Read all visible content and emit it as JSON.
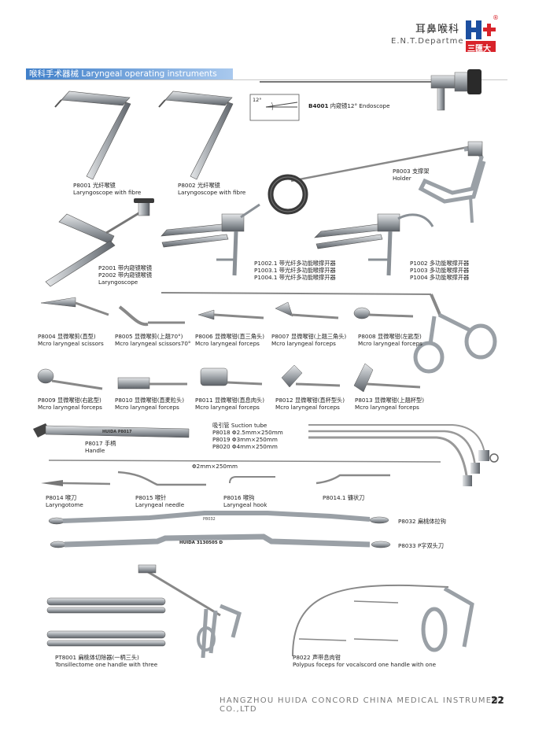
{
  "header": {
    "title_cn": "耳鼻喉科",
    "title_en": "E.N.T.Department",
    "logo_text": "三匯大",
    "logo_mark": "®"
  },
  "section": {
    "title": "喉科手术器械 Laryngeal operating instruments"
  },
  "instruments": [
    {
      "code": "B4001",
      "cn": "内窥镜12°",
      "en": "Endoscope",
      "angle": "12°"
    },
    {
      "code": "P8001",
      "cn": "光纤喉镜",
      "en": "Laryngoscope with fibre"
    },
    {
      "code": "P8002",
      "cn": "光纤喉镜",
      "en": "Laryngoscope with fibre"
    },
    {
      "code": "P8003",
      "cn": "支撑架",
      "en": "Holder"
    },
    {
      "line1": "P2001 带内窥镜喉镜",
      "line2": "P2002 带内窥镜喉镜",
      "en": "Laryngoscope"
    },
    {
      "line1": "P1002.1 带光纤多功能喉撑开器",
      "line2": "P1003.1 带光纤多功能喉撑开器",
      "line3": "P1004.1 带光纤多功能喉撑开器"
    },
    {
      "line1": "P1002 多功能喉撑开器",
      "line2": "P1003 多功能喉撑开器",
      "line3": "P1004 多功能喉撑开器"
    },
    {
      "code": "P8004",
      "cn": "显微喉剪(直型)",
      "en": "Mcro laryngeal scissors"
    },
    {
      "code": "P8005",
      "cn": "显微喉剪(上翘70°)",
      "en": "Mcro laryngeal scissors70°"
    },
    {
      "code": "P8006",
      "cn": "显微喉钳(直三角头)",
      "en": "Mcro laryngeal forceps"
    },
    {
      "code": "P8007",
      "cn": "显微喉钳(上翘三角头)",
      "en": "Mcro laryngeal forceps"
    },
    {
      "code": "P8008",
      "cn": "显微喉钳(左匙型)",
      "en": "Mcro laryngeal forceps"
    },
    {
      "code": "P8009",
      "cn": "显微喉钳(右匙型)",
      "en": "Mcro laryngeal forceps"
    },
    {
      "code": "P8010",
      "cn": "显微喉钳(直麦粒头)",
      "en": "Mcro laryngeal forceps"
    },
    {
      "code": "P8011",
      "cn": "显微喉钳(直息肉头)",
      "en": "Mcro laryngeal forceps"
    },
    {
      "code": "P8012",
      "cn": "显微喉钳(直杯型头)",
      "en": "Mcro laryngeal forceps"
    },
    {
      "code": "P8013",
      "cn": "显微喉钳(上翘杯型)",
      "en": "Mcro laryngeal forceps"
    },
    {
      "code": "P8017",
      "cn": "手柄",
      "en": "Handle",
      "engraving": "HUIDA P8017"
    },
    {
      "title": "吸引管 Suction tube",
      "line1": "P8018 Φ2.5mm×250mm",
      "line2": "P8019 Φ3mm×250mm",
      "line3": "P8020 Φ4mm×250mm"
    },
    {
      "dim": "Φ2mm×250mm"
    },
    {
      "code": "P8014",
      "cn": "喉刀",
      "en": "Laryngotome"
    },
    {
      "code": "P8015",
      "cn": "喉针",
      "en": "Laryngeal needle"
    },
    {
      "code": "P8016",
      "cn": "喉钩",
      "en": "Laryngeal hook"
    },
    {
      "code": "P8014.1",
      "cn": "镰状刀",
      "en": ""
    },
    {
      "code": "P8032",
      "cn": "扁桃体拉钩",
      "en": "",
      "engraving": "P8032"
    },
    {
      "code": "P8033",
      "cn": "P字双头刀",
      "en": "",
      "engraving": "HUIDA 3130505 D"
    },
    {
      "code": "PT8001",
      "cn": "扁桃体切除器(一柄三头)",
      "en": "Tonsillectome one handle with three"
    },
    {
      "code": "P8022",
      "cn": "声带息肉钳",
      "en": "Polypus foceps for vocalscord one handle with one"
    }
  ],
  "footer": {
    "company": "HANGZHOU HUIDA CONCORD CHINA MEDICAL INSTRUMENT CO.,LTD",
    "page": "22"
  },
  "colors": {
    "accent_blue": "#3f7fc9",
    "logo_red": "#d8232a",
    "logo_blue": "#1c4fa0",
    "steel": "#9aa0a6"
  }
}
